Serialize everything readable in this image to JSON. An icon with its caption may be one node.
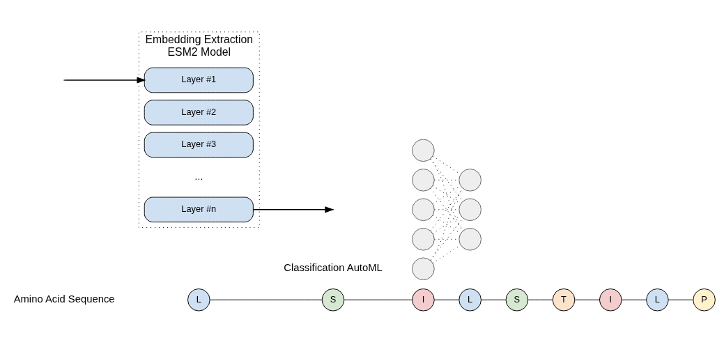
{
  "diagram": {
    "nodes": [
      {
        "text": [
          "L"
        ]
      },
      {
        "text": [
          "S"
        ]
      },
      {
        "text": [
          "I"
        ]
      },
      {
        "text": [
          "L"
        ]
      },
      {
        "text": [
          "S"
        ]
      },
      {
        "text": [
          "T"
        ]
      },
      {
        "text": [
          "I"
        ]
      },
      {
        "text": [
          "L"
        ]
      },
      {
        "text": [
          "P"
        ]
      },
      {
        "text": [
          "Embedding Extraction",
          "ESM2 Model"
        ]
      },
      {
        "text": [
          "Layer #n"
        ],
        "in": 9
      },
      {
        "text": [
          "Layer #3"
        ],
        "in": 9
      },
      {
        "text": [
          "Layer #2"
        ],
        "in": 9
      },
      {
        "text": [
          "Layer #1"
        ],
        "in": 9
      },
      {
        "text": [],
        "shape": "circle"
      },
      {
        "text": [],
        "shape": "circle"
      },
      {
        "text": [],
        "shape": "circle"
      },
      {
        "text": [],
        "shape": "circle"
      },
      {
        "text": [],
        "shape": "circle"
      },
      {
        "text": [],
        "shape": "circle"
      },
      {
        "text": [],
        "shape": "circle"
      },
      {
        "text": [],
        "shape": "circle"
      }
    ],
    "edges": [
      {
        "from": 0,
        "to": 1,
        "arrow": "none"
      },
      {
        "from": 1,
        "to": 2,
        "arrow": "none"
      },
      {
        "from": 2,
        "to": 3,
        "arrow": "none"
      },
      {
        "from": 3,
        "to": 4,
        "arrow": "none"
      },
      {
        "from": 4,
        "to": 5,
        "arrow": "none"
      },
      {
        "from": 5,
        "to": 6,
        "arrow": "none"
      },
      {
        "from": 6,
        "to": 7,
        "arrow": "none"
      },
      {
        "from": 7,
        "to": 8,
        "arrow": "none"
      },
      {
        "from": null,
        "to": 13,
        "arrow": "to"
      },
      {
        "from": 10,
        "to": null,
        "arrow": "to"
      },
      {
        "from": 14,
        "to": 19,
        "arrow": "none",
        "style": "dashed"
      },
      {
        "from": 14,
        "to": 20,
        "arrow": "none",
        "style": "dashed"
      },
      {
        "from": 14,
        "to": 21,
        "arrow": "none",
        "style": "dashed"
      },
      {
        "from": 15,
        "to": 19,
        "arrow": "none",
        "style": "dashed"
      },
      {
        "from": 15,
        "to": 20,
        "arrow": "none",
        "style": "dashed"
      },
      {
        "from": 15,
        "to": 21,
        "arrow": "none",
        "style": "dashed"
      },
      {
        "from": 16,
        "to": 19,
        "arrow": "none",
        "style": "dashed"
      },
      {
        "from": 16,
        "to": 20,
        "arrow": "none",
        "style": "dashed"
      },
      {
        "from": 16,
        "to": 21,
        "arrow": "none",
        "style": "dashed"
      },
      {
        "from": 17,
        "to": 19,
        "arrow": "none",
        "style": "dashed"
      },
      {
        "from": 17,
        "to": 20,
        "arrow": "none",
        "style": "dashed"
      },
      {
        "from": 17,
        "to": 21,
        "arrow": "none",
        "style": "dashed"
      },
      {
        "from": 18,
        "to": 19,
        "arrow": "none",
        "style": "dashed"
      },
      {
        "from": 18,
        "to": 20,
        "arrow": "none",
        "style": "dashed"
      },
      {
        "from": 18,
        "to": 21,
        "arrow": "none",
        "style": "dashed"
      }
    ],
    "labels": [
      "Amino Acid Sequence",
      "…",
      "Classification AutoML"
    ]
  }
}
